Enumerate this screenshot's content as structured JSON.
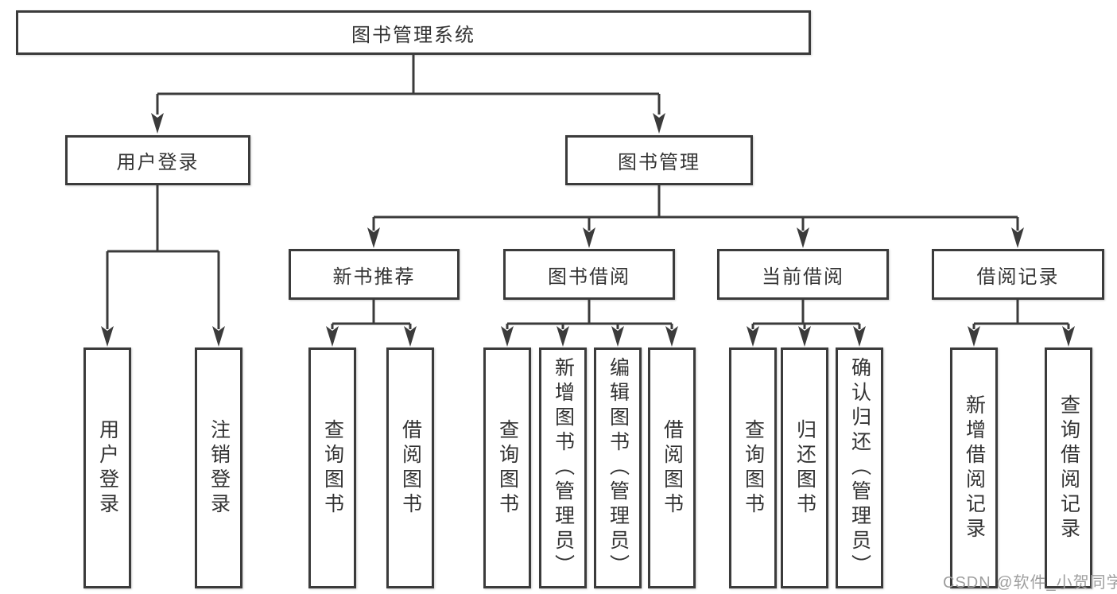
{
  "diagram": {
    "type": "hierarchy-tree",
    "nodes": {
      "root": {
        "label": "图书管理系统"
      },
      "userLogin": {
        "label": "用户登录"
      },
      "bookMgmt": {
        "label": "图书管理"
      },
      "newBookRec": {
        "label": "新书推荐"
      },
      "bookBorrow": {
        "label": "图书借阅"
      },
      "currentBorrow": {
        "label": "当前借阅"
      },
      "borrowRecords": {
        "label": "借阅记录"
      },
      "leaves": {
        "userLogin": [
          "用户登录",
          "注销登录"
        ],
        "newBookRec": [
          "查询图书",
          "借阅图书"
        ],
        "bookBorrow": [
          "查询图书",
          "新增图书（管理员）",
          "编辑图书（管理员）",
          "借阅图书"
        ],
        "currentBorrow": [
          "查询图书",
          "归还图书",
          "确认归还（管理员）"
        ],
        "borrowRecords": [
          "新增借阅记录",
          "查询借阅记录"
        ]
      }
    },
    "colors": {
      "line": "#3b3b3b",
      "box_fill": "#ffffff",
      "text": "#333333",
      "background": "#ffffff"
    }
  },
  "watermark": {
    "text": "CSDN @软件_小贺同学",
    "color": "#9e9e9e"
  }
}
